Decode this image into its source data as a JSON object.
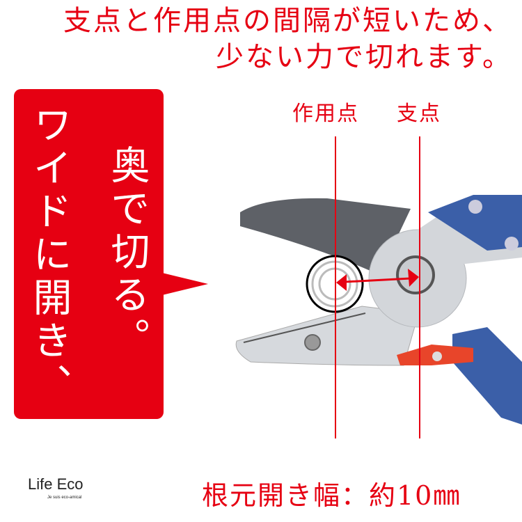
{
  "headline": {
    "line1": "支点と作用点の間隔が短いため、",
    "line2": "少ない力で切れます。"
  },
  "callout": {
    "line1": "ワイドに開き、",
    "line2": "奥で切る。",
    "color": "#e60012"
  },
  "diagram": {
    "action_point_label": "作用点",
    "fulcrum_label": "支点"
  },
  "footer": {
    "opening_width": "根元開き幅：約10㎜"
  },
  "logo": {
    "name": "Life Eco",
    "tagline": "Je suis eco-amical"
  },
  "colors": {
    "accent": "#e60012",
    "handle": "#3b5fa8",
    "lock": "#e8452a"
  }
}
